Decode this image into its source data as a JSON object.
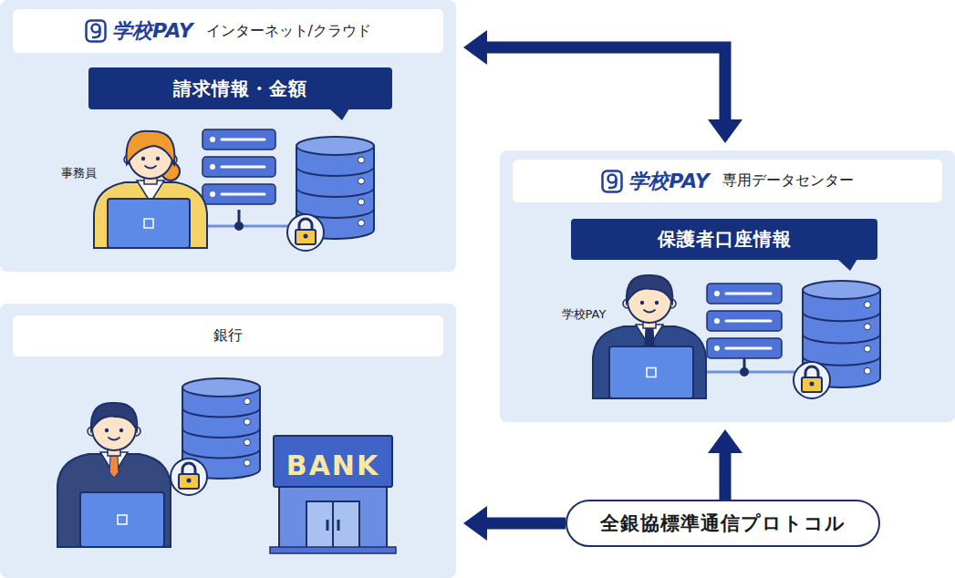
{
  "diagram": {
    "nodes": [
      {
        "text": [
          "学校PAY",
          "インターネット/クラウド"
        ]
      },
      {
        "text": [
          "請求情報・金額"
        ],
        "in": 0
      },
      {
        "text": [
          "学校PAY",
          "専用データセンター"
        ]
      },
      {
        "text": [
          "保護者口座情報"
        ],
        "in": 2
      },
      {
        "text": [
          "銀行"
        ]
      },
      {
        "text": [
          "全銀協標準通信プロトコル"
        ]
      }
    ],
    "edges": [
      {
        "from": 0,
        "to": 2,
        "arrow": "both"
      },
      {
        "from": 5,
        "to": 4,
        "arrow": "to"
      },
      {
        "from": 5,
        "to": 2,
        "arrow": "to"
      }
    ],
    "labels": [
      "事務員",
      "学校PAY",
      "BANK"
    ]
  }
}
